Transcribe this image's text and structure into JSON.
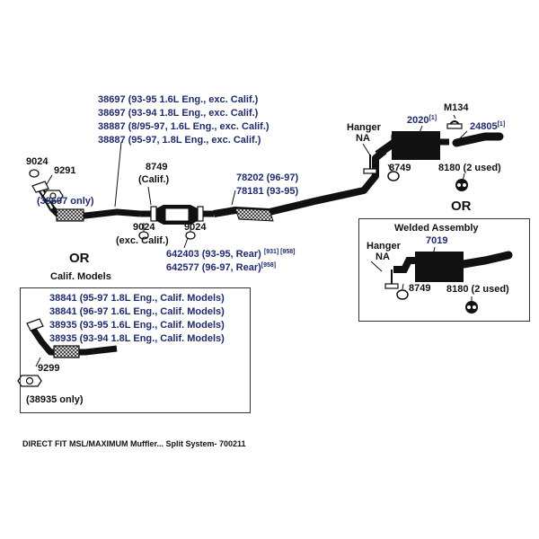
{
  "colors": {
    "label": "#1f2a6b",
    "text": "#111111",
    "pipe": "#111111"
  },
  "footer": "DIRECT FIT MSL/MAXIMUM Muffler... Split System- 700211",
  "or_labels": [
    "OR",
    "OR"
  ],
  "labels": {
    "p9024_top": "9024",
    "p9291": "9291",
    "p38697_only": "(38697 only)",
    "p8749_calif_num": "8749",
    "p8749_calif_sub": "(Calif.)",
    "p9024_exc_num": "9024",
    "p9024_exc_sub": "(exc. Calif.)",
    "p9024_right": "9024",
    "p78202": "78202 (96-97)",
    "p78181": "78181 (93-95)",
    "p642403": "642403 (93-95, Rear)",
    "p642403_note": "[931] [958]",
    "p642577": "642577 (96-97, Rear)",
    "p642577_note": "[958]",
    "hanger_top": "Hanger",
    "na_top": "NA",
    "p2020": "2020",
    "p2020_note": "[1]",
    "m134": "M134",
    "p24805": "24805",
    "p24805_note": "[1]",
    "p8749_right": "8749",
    "p8180_right": "8180 (2 used)",
    "welded_title": "Welded Assembly",
    "p7019": "7019",
    "hanger_w": "Hanger",
    "na_w": "NA",
    "p8749_w": "8749",
    "p8180_w": "8180 (2 used)",
    "calif_models": "Calif. Models",
    "p9299": "9299",
    "p38935_only": "(38935 only)"
  },
  "top_list": [
    "38697 (93-95 1.6L Eng., exc. Calif.)",
    "38697 (93-94 1.8L Eng., exc. Calif.)",
    "38887 (8/95-97, 1.6L Eng., exc. Calif.)",
    "38887 (95-97, 1.8L Eng., exc. Calif.)"
  ],
  "calif_list": [
    "38841 (95-97 1.8L Eng., Calif. Models)",
    "38841 (96-97 1.6L Eng., Calif. Models)",
    "38935 (93-95 1.6L Eng., Calif. Models)",
    "38935 (93-94 1.8L Eng., Calif. Models)"
  ]
}
